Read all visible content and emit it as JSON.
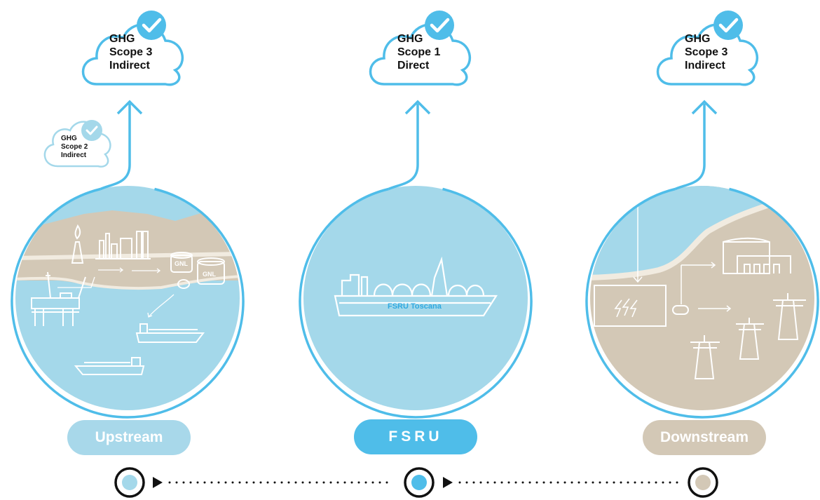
{
  "clouds": {
    "upstream": {
      "l1": "GHG",
      "l2": "Scope 3",
      "l3": "Indirect"
    },
    "fsru": {
      "l1": "GHG",
      "l2": "Scope 1",
      "l3": "Direct"
    },
    "downstream": {
      "l1": "GHG",
      "l2": "Scope 3",
      "l3": "Indirect"
    },
    "upstream_small": {
      "l1": "GHG",
      "l2": "Scope 2",
      "l3": "Indirect"
    }
  },
  "stages": {
    "upstream": "Upstream",
    "fsru": "FSRU",
    "downstream": "Downstream"
  },
  "labels": {
    "ship_name": "FSRU Toscana",
    "gnl": "GNL"
  },
  "colors": {
    "accent_blue": "#4fbde9",
    "light_blue": "#a4d8ea",
    "sand": "#d3c8b6",
    "pill_upstream": "#a8d8ea",
    "pill_fsru": "#4fbde9",
    "pill_downstream": "#d3c8b6"
  },
  "icons": [
    "check-icon",
    "cloud-icon",
    "arrow-up-icon",
    "lightning-icon",
    "dot-icon"
  ]
}
